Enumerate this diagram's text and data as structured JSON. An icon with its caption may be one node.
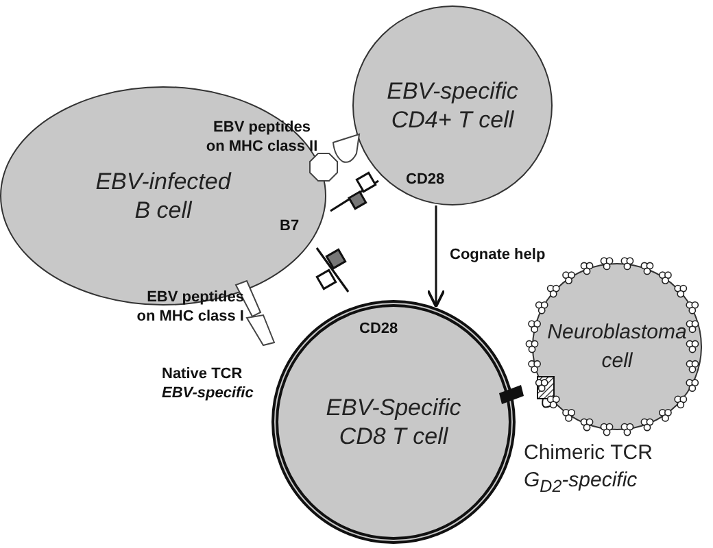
{
  "diagram": {
    "nodes": [
      {
        "text": [
          "EBV-infected B cell"
        ]
      },
      {
        "text": [
          "EBV-specific CD4+ T cell"
        ]
      },
      {
        "text": [
          "EBV-Specific CD8 T cell"
        ]
      },
      {
        "text": [
          "Neuroblastoma cell"
        ]
      }
    ],
    "edges": [
      {
        "from": 1,
        "to": 2,
        "arrow": "to",
        "label": "Cognate help"
      }
    ],
    "labels": [
      "EBV peptides on MHC class II",
      "B7",
      "CD28",
      "EBV peptides on MHC class I",
      "CD28",
      "Native TCR",
      "EBV-specific",
      "Chimeric TCR",
      "G$_{D2}$-specific"
    ]
  }
}
